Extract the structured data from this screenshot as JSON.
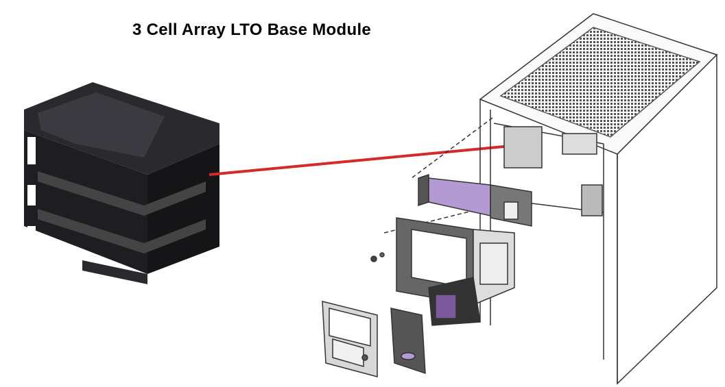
{
  "title": "3 Cell Array LTO Base Module",
  "colors": {
    "connector_line": "#d42a2a",
    "module": "#1e1e22",
    "highlight_part": "#b39ad3",
    "drawing_line": "#333333"
  },
  "illustrations": {
    "module_photo": "black-three-tier-base-module",
    "cabinet_drawing": "exploded-cabinet-view"
  }
}
